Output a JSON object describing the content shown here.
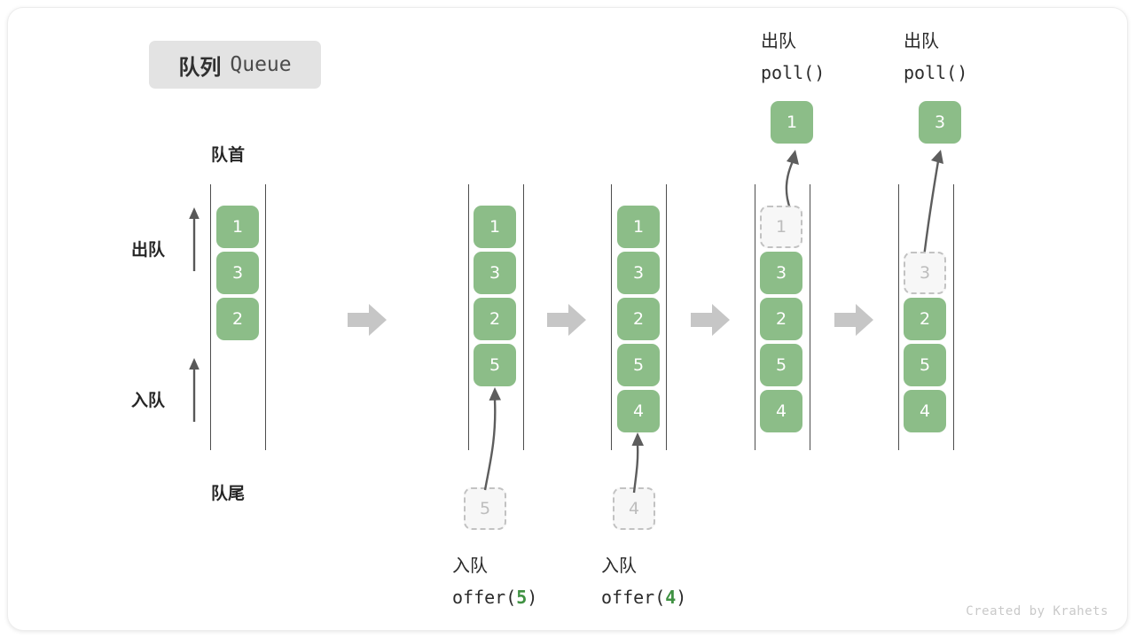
{
  "title": {
    "cn": "队列",
    "en": "Queue"
  },
  "axis_labels": {
    "head": "队首",
    "tail": "队尾",
    "dequeue": "出队",
    "enqueue": "入队"
  },
  "credit": "Created by Krahets",
  "colors": {
    "cell_fill": "#8cbd88",
    "cell_text": "#ffffff",
    "ghost_fill": "#f7f7f7",
    "ghost_border": "#c2c2c2",
    "ghost_text": "#bdbdbd",
    "rail": "#4d4d4d",
    "step_arrow": "#c6c6c6",
    "accent_value": "#3f9142",
    "badge_bg": "#e3e3e3",
    "text": "#2b2b2b"
  },
  "stages": [
    {
      "id": "initial",
      "cells": [
        {
          "value": "1",
          "state": "filled"
        },
        {
          "value": "3",
          "state": "filled"
        },
        {
          "value": "2",
          "state": "filled"
        }
      ],
      "operation": null,
      "result_cell": null
    },
    {
      "id": "after-offer-5",
      "cells": [
        {
          "value": "1",
          "state": "filled"
        },
        {
          "value": "3",
          "state": "filled"
        },
        {
          "value": "2",
          "state": "filled"
        },
        {
          "value": "5",
          "state": "filled"
        }
      ],
      "operation": {
        "cn": "入队",
        "call_prefix": "offer(",
        "call_value": "5",
        "call_suffix": ")",
        "incoming_value": "5"
      },
      "result_cell": null
    },
    {
      "id": "after-offer-4",
      "cells": [
        {
          "value": "1",
          "state": "filled"
        },
        {
          "value": "3",
          "state": "filled"
        },
        {
          "value": "2",
          "state": "filled"
        },
        {
          "value": "5",
          "state": "filled"
        },
        {
          "value": "4",
          "state": "filled"
        }
      ],
      "operation": {
        "cn": "入队",
        "call_prefix": "offer(",
        "call_value": "4",
        "call_suffix": ")",
        "incoming_value": "4"
      },
      "result_cell": null
    },
    {
      "id": "after-poll-1",
      "cells": [
        {
          "value": "1",
          "state": "ghost"
        },
        {
          "value": "3",
          "state": "filled"
        },
        {
          "value": "2",
          "state": "filled"
        },
        {
          "value": "5",
          "state": "filled"
        },
        {
          "value": "4",
          "state": "filled"
        }
      ],
      "operation": {
        "cn": "出队",
        "call_prefix": "poll(",
        "call_value": "",
        "call_suffix": ")"
      },
      "result_cell": {
        "value": "1"
      }
    },
    {
      "id": "after-poll-3",
      "cells": [
        {
          "value": "3",
          "state": "ghost"
        },
        {
          "value": "2",
          "state": "filled"
        },
        {
          "value": "5",
          "state": "filled"
        },
        {
          "value": "4",
          "state": "filled"
        }
      ],
      "operation": {
        "cn": "出队",
        "call_prefix": "poll(",
        "call_value": "",
        "call_suffix": ")"
      },
      "result_cell": {
        "value": "3"
      }
    }
  ]
}
